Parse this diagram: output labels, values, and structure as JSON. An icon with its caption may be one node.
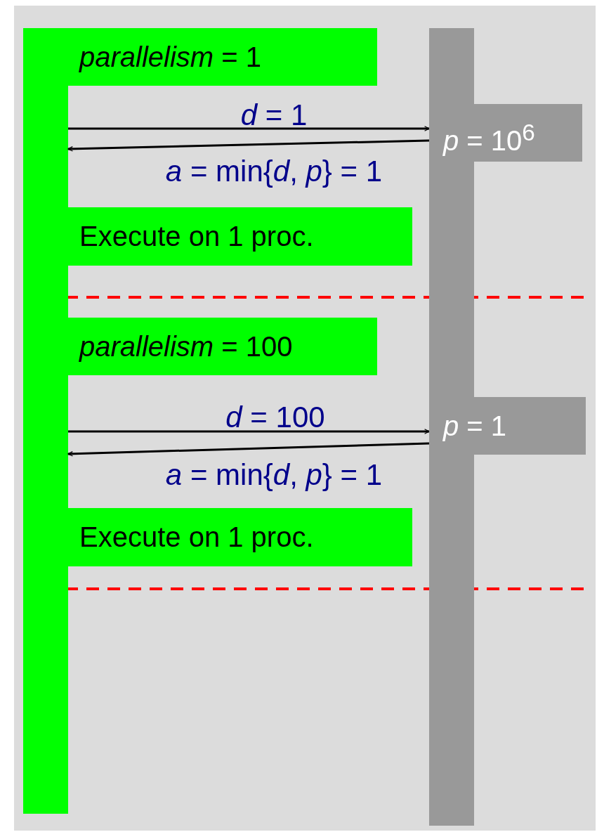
{
  "diagram": {
    "nodes": [
      {
        "text": [],
        "shape": "bar"
      },
      {
        "text": [],
        "shape": "bar"
      },
      {
        "text": [
          "*parallelism* = 1"
        ]
      },
      {
        "text": [
          "*p* = 10$^{6}$"
        ]
      },
      {
        "text": [
          "Execute on 1 proc."
        ]
      },
      {
        "text": [
          "*parallelism* = 100"
        ]
      },
      {
        "text": [
          "*p* = 1"
        ]
      },
      {
        "text": [
          "Execute on 1 proc."
        ]
      }
    ],
    "edges": [
      {
        "from": 0,
        "to": 3,
        "arrow": "to",
        "label": "*d* = 1"
      },
      {
        "from": 3,
        "to": 0,
        "arrow": "to",
        "label": "*a* = min{*d*, *p*} = 1"
      },
      {
        "from": 0,
        "to": 6,
        "arrow": "to",
        "label": "*d* = 100"
      },
      {
        "from": 6,
        "to": 0,
        "arrow": "to",
        "label": "*a* = min{*d*, *p*} = 1"
      }
    ]
  }
}
